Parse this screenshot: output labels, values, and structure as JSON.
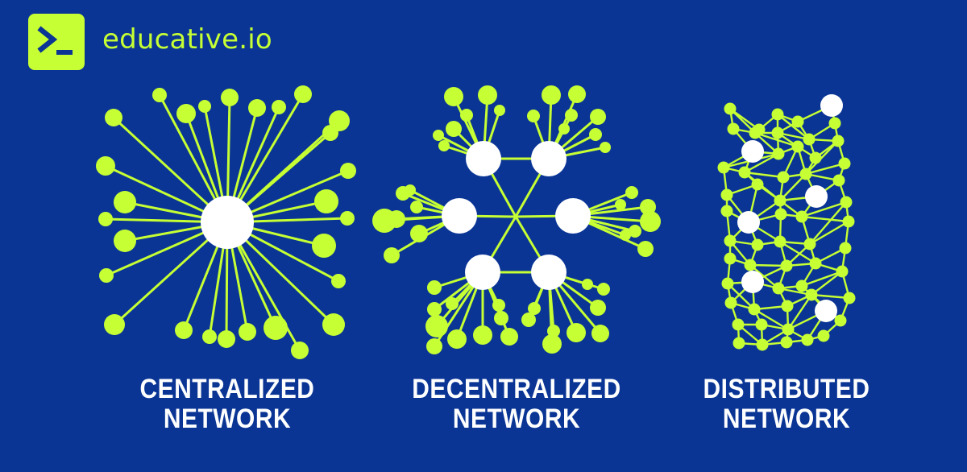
{
  "brand": {
    "name": "educative.io",
    "logo_icon": "terminal-prompt-icon"
  },
  "colors": {
    "background": "#0a3595",
    "accent": "#c6ff33",
    "hub": "#ffffff",
    "label": "#ffffff"
  },
  "diagrams": [
    {
      "name": "centralized-network",
      "label_line_1": "CENTRALIZED",
      "label_line_2": "NETWORK"
    },
    {
      "name": "decentralized-network",
      "label_line_1": "DECENTRALIZED",
      "label_line_2": "NETWORK"
    },
    {
      "name": "distributed-network",
      "label_line_1": "DISTRIBUTED",
      "label_line_2": "NETWORK"
    }
  ]
}
